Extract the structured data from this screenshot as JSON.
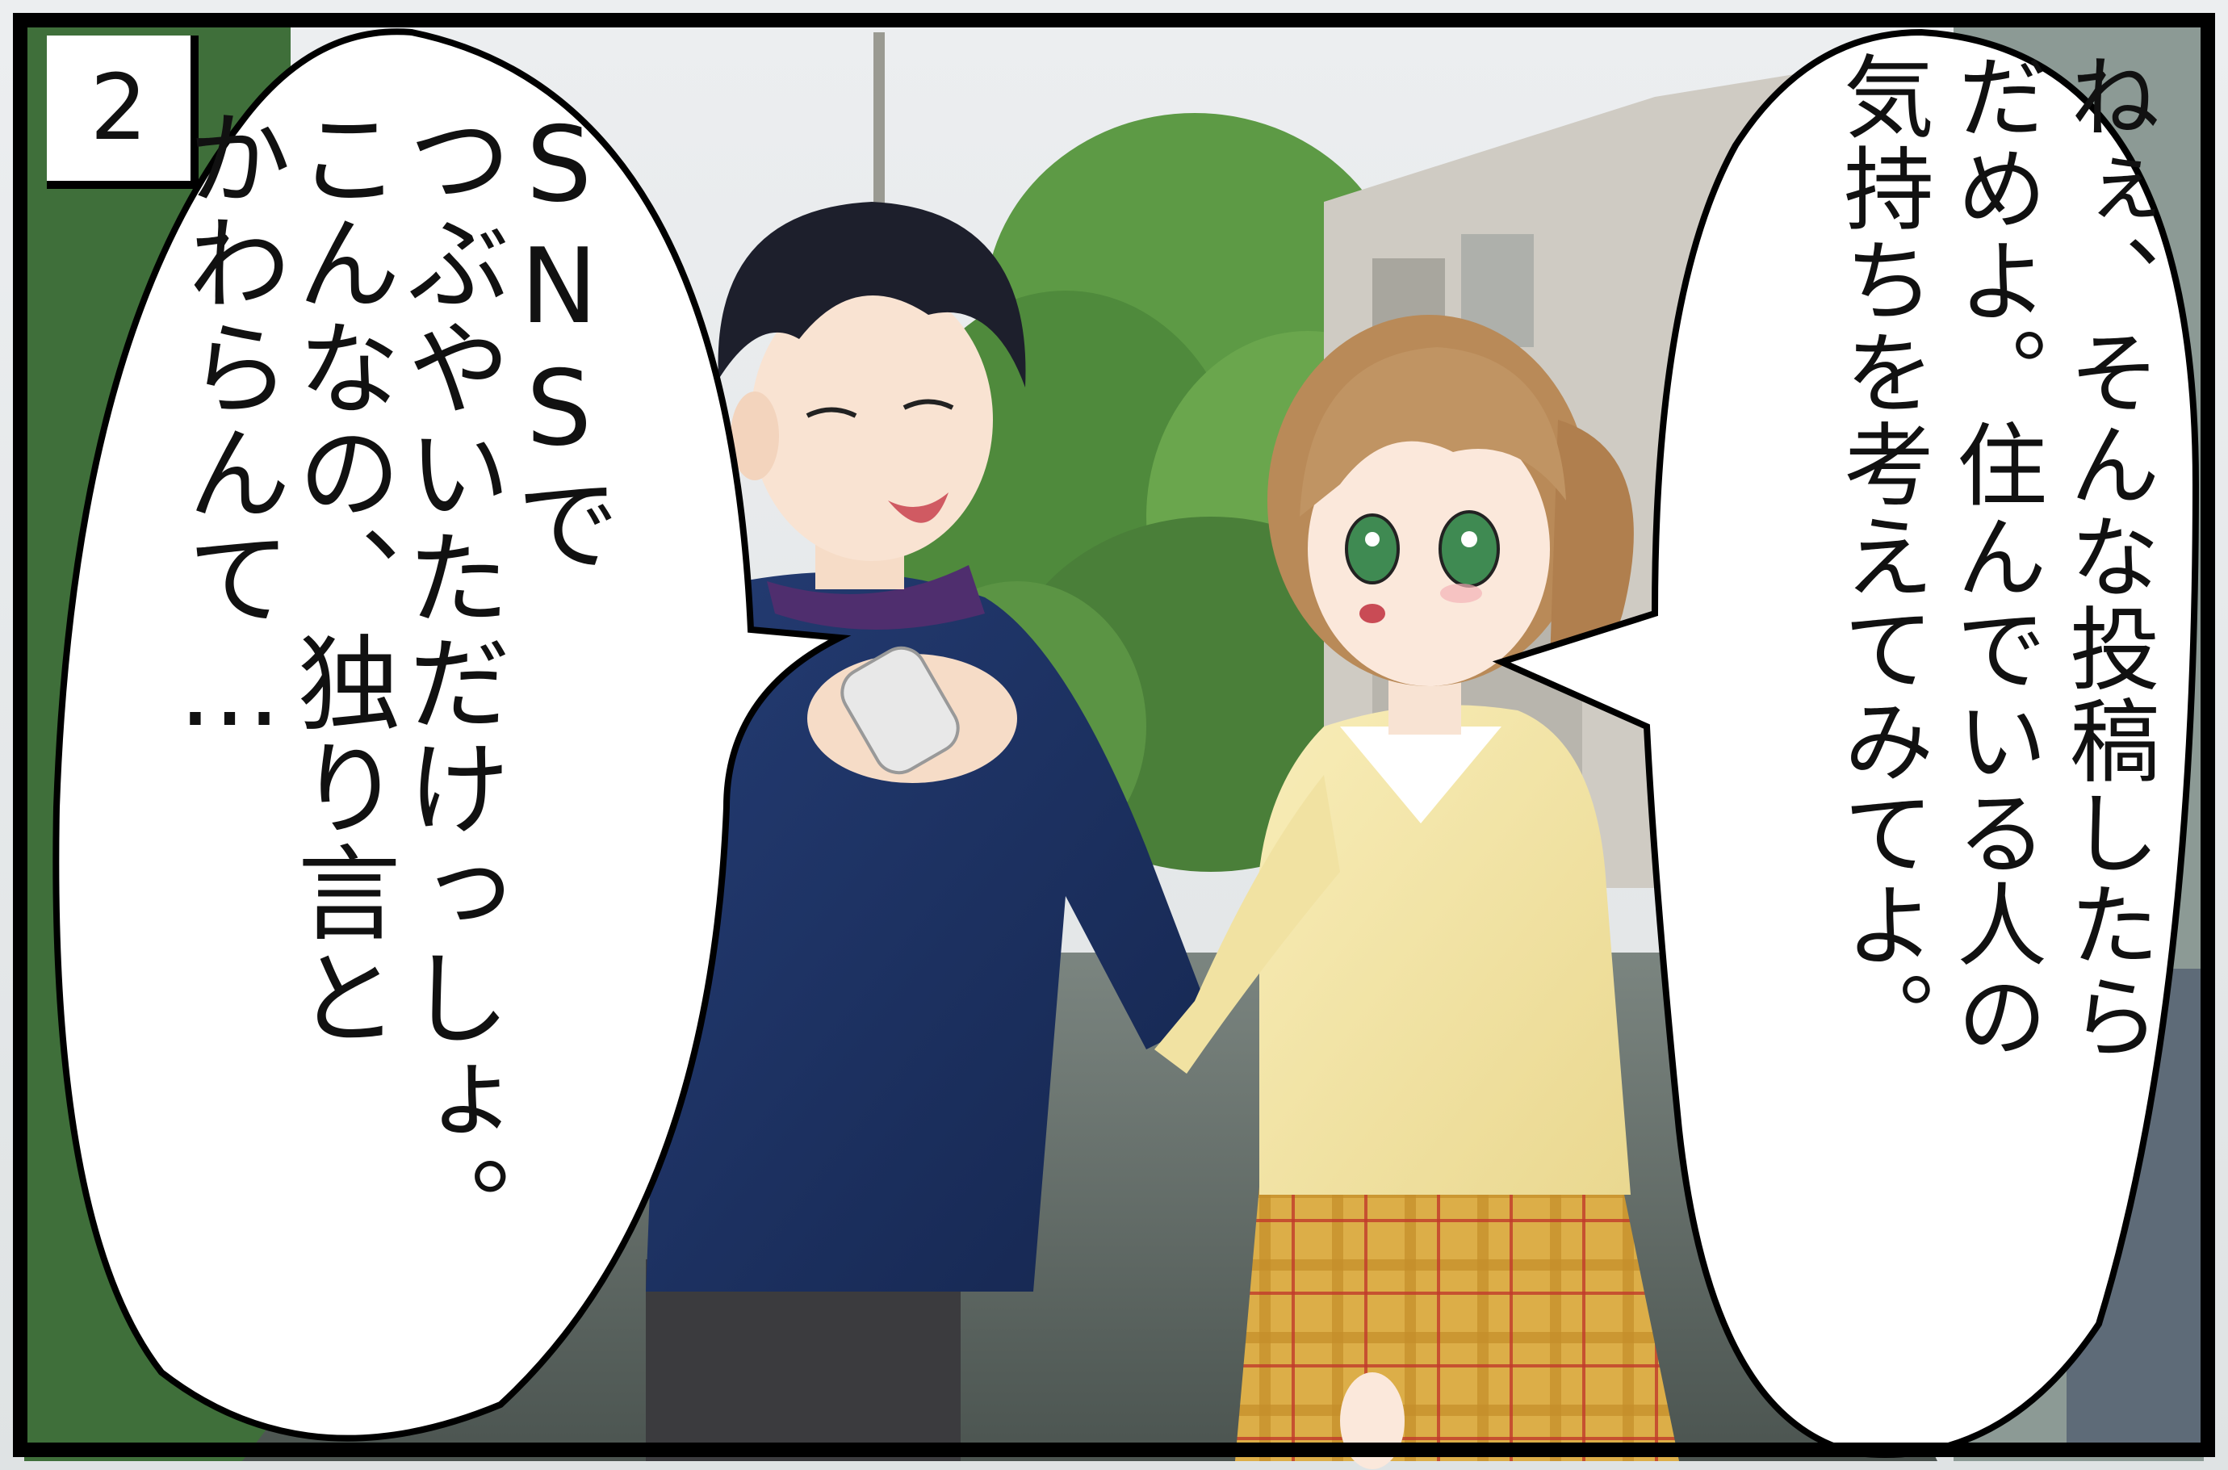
{
  "panel": {
    "number": "2",
    "colors": {
      "border": "#000000",
      "bubble": "#ffffff",
      "sky": "#f1f2f3",
      "foliage": "#4f8a3c",
      "road": "#5b6360",
      "boy_hair": "#1d1f2c",
      "boy_hoodie": "#1c3163",
      "girl_hair": "#b98a58",
      "girl_sweater": "#f4e7a9",
      "girl_skirt": "#d9a93c"
    }
  },
  "speech_left": {
    "lines": [
      "SNSで",
      "つぶやいただけっしょ。",
      "こんなの、独り言と",
      "かわらんて…"
    ]
  },
  "speech_right": {
    "lines": [
      "ねぇ、そんな投稿したら",
      "だめよ。住んでいる人の",
      "気持ちを考えてみてよ。"
    ]
  }
}
